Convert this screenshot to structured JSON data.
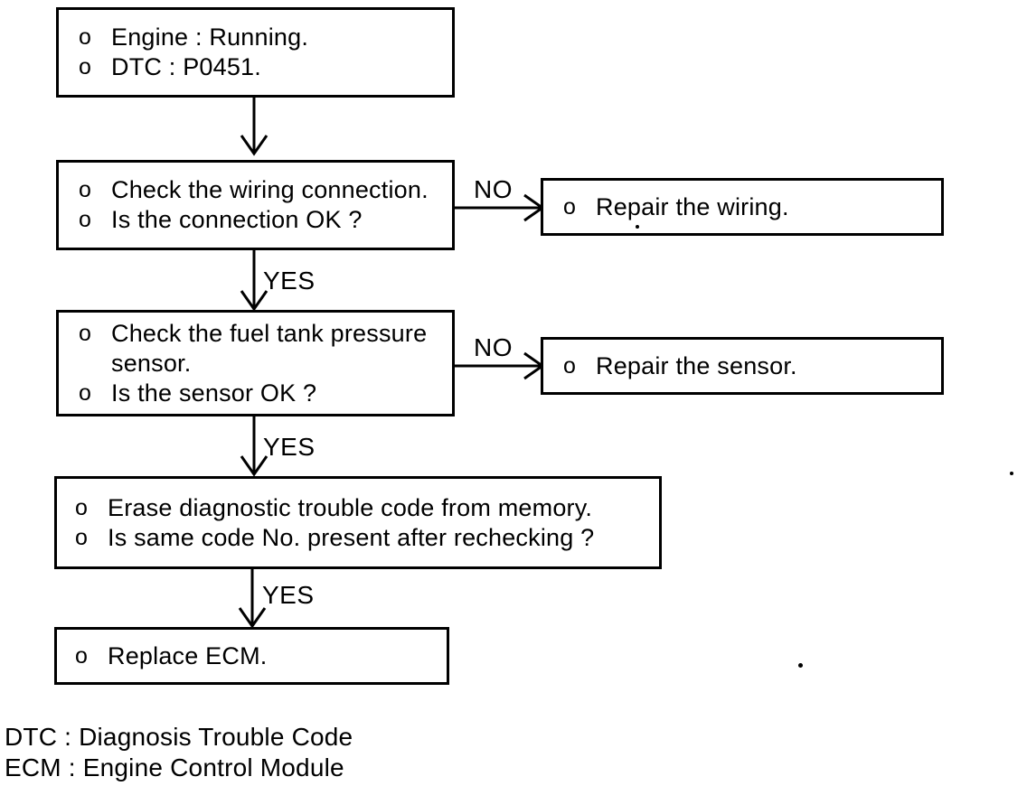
{
  "canvas": {
    "background": "#ffffff",
    "ink": "#000000"
  },
  "nodes": {
    "start": {
      "lines": [
        {
          "bullet": "o",
          "text": "Engine : Running."
        },
        {
          "bullet": "o",
          "text": "DTC : P0451."
        }
      ]
    },
    "check_wiring": {
      "lines": [
        {
          "bullet": "o",
          "text": "Check the wiring connection."
        },
        {
          "bullet": "o",
          "text": "Is the connection OK ?"
        }
      ]
    },
    "repair_wiring": {
      "lines": [
        {
          "bullet": "o",
          "text": "Repair the wiring."
        }
      ]
    },
    "check_sensor": {
      "lines": [
        {
          "bullet": "o",
          "text": "Check the fuel tank pressure sensor."
        },
        {
          "bullet": "o",
          "text": "Is the sensor OK ?"
        }
      ]
    },
    "repair_sensor": {
      "lines": [
        {
          "bullet": "o",
          "text": "Repair the sensor."
        }
      ]
    },
    "erase_code": {
      "lines": [
        {
          "bullet": "o",
          "text": "Erase diagnostic trouble code from memory."
        },
        {
          "bullet": "o",
          "text": "Is same code No. present after rechecking ?"
        }
      ]
    },
    "replace_ecm": {
      "lines": [
        {
          "bullet": "o",
          "text": "Replace ECM."
        }
      ]
    }
  },
  "edges": {
    "no1": {
      "label": "NO"
    },
    "no2": {
      "label": "NO"
    },
    "yes1": {
      "label": "YES"
    },
    "yes2": {
      "label": "YES"
    },
    "yes3": {
      "label": "YES"
    }
  },
  "footnotes": {
    "dtc": "DTC : Diagnosis Trouble Code",
    "ecm": "ECM : Engine Control Module"
  }
}
